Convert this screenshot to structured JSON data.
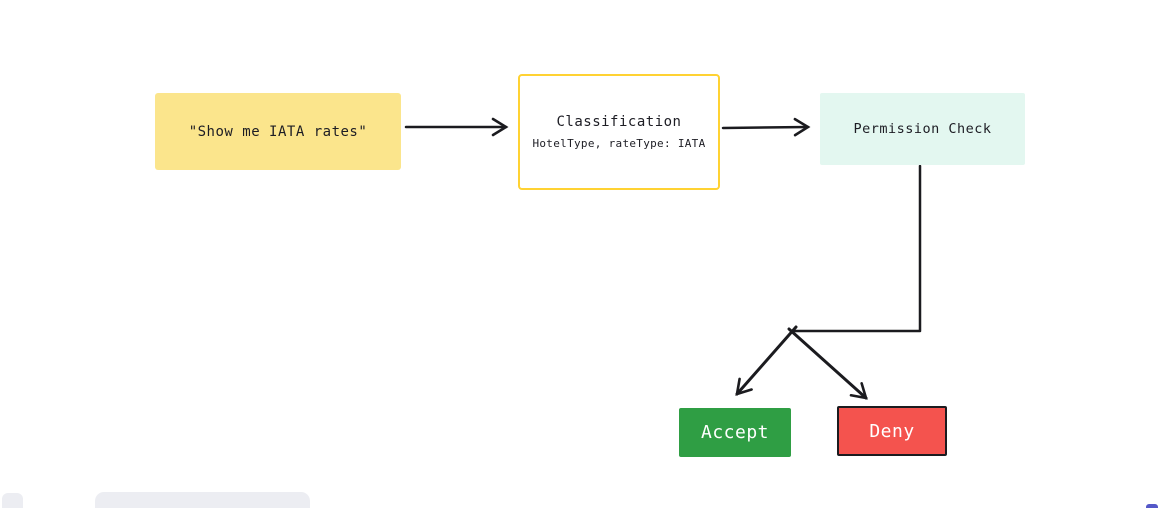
{
  "canvas": {
    "background": "#ffffff",
    "ink": "#1b1b1f"
  },
  "diagram": {
    "nodes": {
      "query": {
        "label": "\"Show me IATA rates\"",
        "fill": "#FBE58C",
        "text_color": "#1d1d24"
      },
      "classification": {
        "title": "Classification",
        "subtitle": "HotelType, rateType: IATA",
        "fill": "#ffffff",
        "border_color": "#FFD233",
        "text_color": "#1d1d24"
      },
      "permission_check": {
        "label": "Permission Check",
        "fill": "#E3F7F0",
        "text_color": "#1d1d24"
      },
      "accept": {
        "label": "Accept",
        "fill": "#2F9E44",
        "text_color": "#ffffff"
      },
      "deny": {
        "label": "Deny",
        "fill": "#F4534E",
        "border_color": "#1b1b1f",
        "text_color": "#ffffff"
      }
    }
  },
  "chrome": {
    "panel_color": "#ECEDF2",
    "collab_color": "#5458C8"
  }
}
